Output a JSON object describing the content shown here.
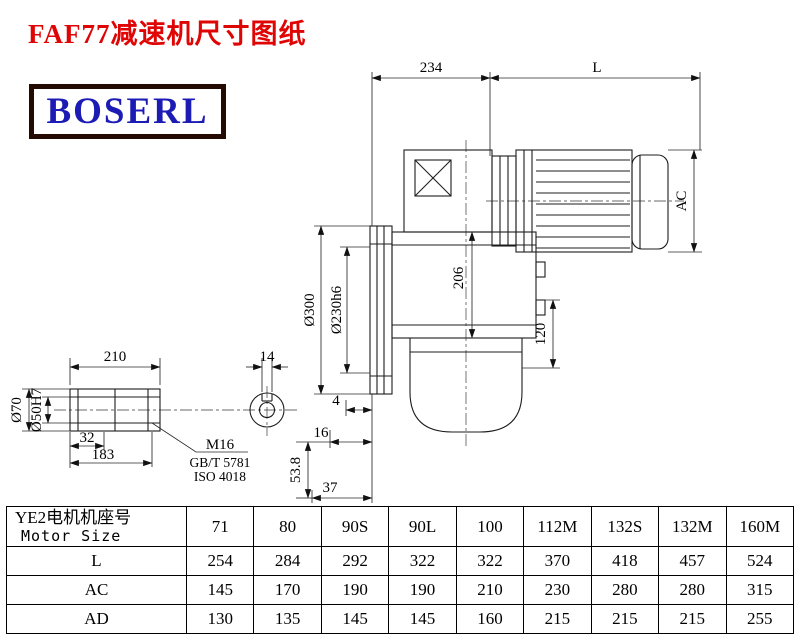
{
  "page": {
    "title": "FAF77减速机尺寸图纸",
    "logo_text": "BOSERL"
  },
  "drawing": {
    "dim_234": "234",
    "dim_L": "L",
    "dim_AC": "AC",
    "dim_206": "206",
    "dim_120": "120",
    "dim_phi300": "Ø300",
    "dim_phi230": "Ø230h6",
    "dim_210": "210",
    "dim_14": "14",
    "dim_32": "32",
    "dim_183": "183",
    "dim_phi70": "Ø70",
    "dim_phi50": "Ø50H7",
    "note_m16": "M16",
    "note_gb": "GB/T 5781",
    "note_iso": "ISO 4018",
    "dim_4": "4",
    "dim_16": "16",
    "dim_53_8": "53.8",
    "dim_37": "37"
  },
  "table": {
    "header_cn": "YE2电机机座号",
    "header_en": "Motor Size",
    "motor_sizes": [
      "71",
      "80",
      "90S",
      "90L",
      "100",
      "112M",
      "132S",
      "132M",
      "160M"
    ],
    "rows": [
      {
        "label": "L",
        "values": [
          "254",
          "284",
          "292",
          "322",
          "322",
          "370",
          "418",
          "457",
          "524"
        ]
      },
      {
        "label": "AC",
        "values": [
          "145",
          "170",
          "190",
          "190",
          "210",
          "230",
          "280",
          "280",
          "315"
        ]
      },
      {
        "label": "AD",
        "values": [
          "130",
          "135",
          "145",
          "145",
          "160",
          "215",
          "215",
          "215",
          "255"
        ]
      }
    ]
  }
}
